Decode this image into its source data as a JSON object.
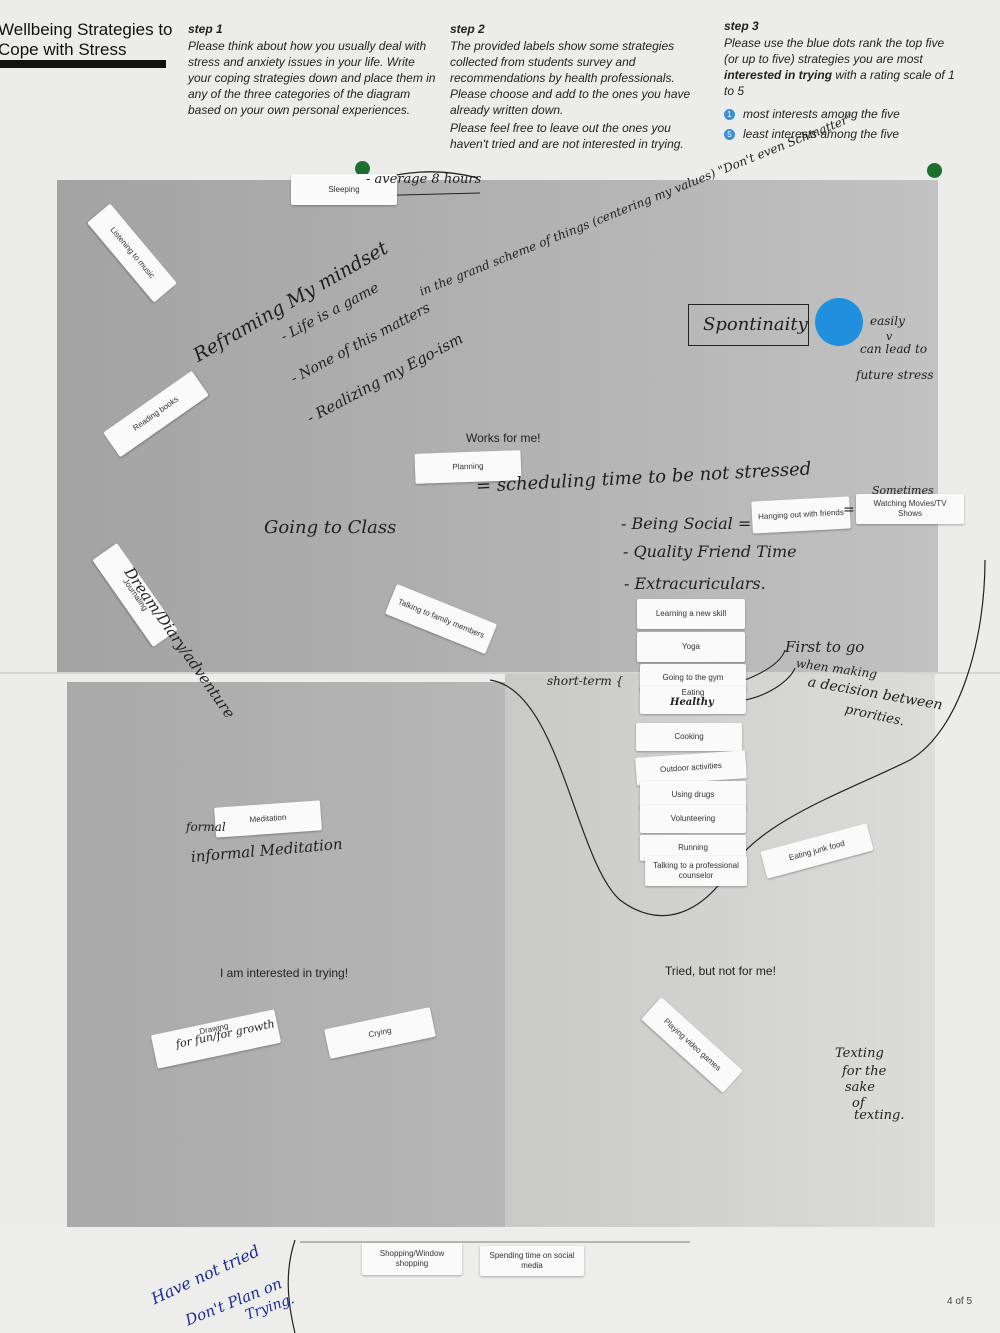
{
  "header": {
    "title_line1": "Wellbeing Strategies to",
    "title_line2": "Cope with Stress",
    "step1": {
      "heading": "step 1",
      "text": "Please think about how you usually deal with stress and anxiety issues in your life. Write your coping strategies down and place them in any of the three categories of the diagram based on your own personal experiences."
    },
    "step2": {
      "heading": "step 2",
      "text": "The provided labels show some strategies collected from students survey and recommendations by health professionals. Please choose and add to the ones you have already written down.",
      "text2": "Please feel free to leave out the ones you haven't tried and are not interested in trying."
    },
    "step3": {
      "heading": "step 3",
      "text_a": "Please use the blue dots rank the top five (or up to five) strategies you are most ",
      "text_bold": "interested in trying",
      "text_b": " with a rating scale of 1 to 5",
      "rank1_num": "1",
      "rank1_text": "most interests among the five",
      "rank5_num": "5",
      "rank5_text": "least interests among the five"
    }
  },
  "regions": {
    "works": "Works for me!",
    "interested": "I am interested in trying!",
    "tried_not": "Tried, but not for me!"
  },
  "labels": {
    "sleeping": "Sleeping",
    "listening_music": "Listening to music",
    "reading_books": "Reading books",
    "planning": "Planning",
    "journaling": "Journaling",
    "talking_family": "Talking to family members",
    "hanging_out": "Hanging out with friends",
    "watching_movies": "Watching Movies/TV Shows",
    "learning_skill": "Learning a new skill",
    "yoga": "Yoga",
    "gym": "Going to the gym",
    "eating": "Eating",
    "cooking": "Cooking",
    "outdoor": "Outdoor activities",
    "drugs": "Using drugs",
    "volunteering": "Volunteering",
    "running": "Running",
    "counselor": "Talking to a professional counselor",
    "junk_food": "Eating junk food",
    "meditation": "Meditation",
    "drawing": "Drawing",
    "crying": "Crying",
    "video_games": "Playing video games",
    "shopping": "Shopping/Window shopping",
    "social_media": "Spending time on social media"
  },
  "handwriting": {
    "avg_hours": "- average 8 hours",
    "grand_scheme": "Reframing My mindset",
    "scheme_line": "in the grand scheme of things (centering my values) \"Don't even Schmatter\"",
    "life_game": "- Life is a game",
    "none_matters": "- None of this matters",
    "ego": "- Realizing my Ego-ism",
    "spontaneity": "Spontinaity",
    "easily": "easily",
    "arrow_v": "v",
    "can_lead": "can lead to",
    "future_stress": "future stress",
    "scheduling": "= scheduling time to be not stressed",
    "going_class": "Going to Class",
    "being_social": "- Being Social =",
    "equals": "=",
    "quality_time": "- Quality Friend Time",
    "extracurricular": "- Extracuriculars.",
    "sometimes": "Sometimes",
    "dream_diary": "Dream/Diary/adventure",
    "first_to_go": "First to go",
    "when_making": "when making",
    "decision": "a decision between",
    "priorities": "prorities.",
    "short_term": "short-term {",
    "healthy": "Healthy",
    "formal": "formal",
    "informal": "informal Meditation",
    "for_fun": "for fun/for growth",
    "texting1": "Texting",
    "texting2": "for the",
    "texting3": "sake",
    "texting4": "of",
    "texting5": "texting.",
    "have_not_tried": "Have not tried",
    "dont_plan": "Don't Plan on",
    "trying": "Trying."
  },
  "footer": {
    "page": "4 of 5"
  },
  "colors": {
    "accent_blue": "#1f8fde",
    "pin_green": "#1d6f2e",
    "ink_blue": "#1a2a9a"
  }
}
